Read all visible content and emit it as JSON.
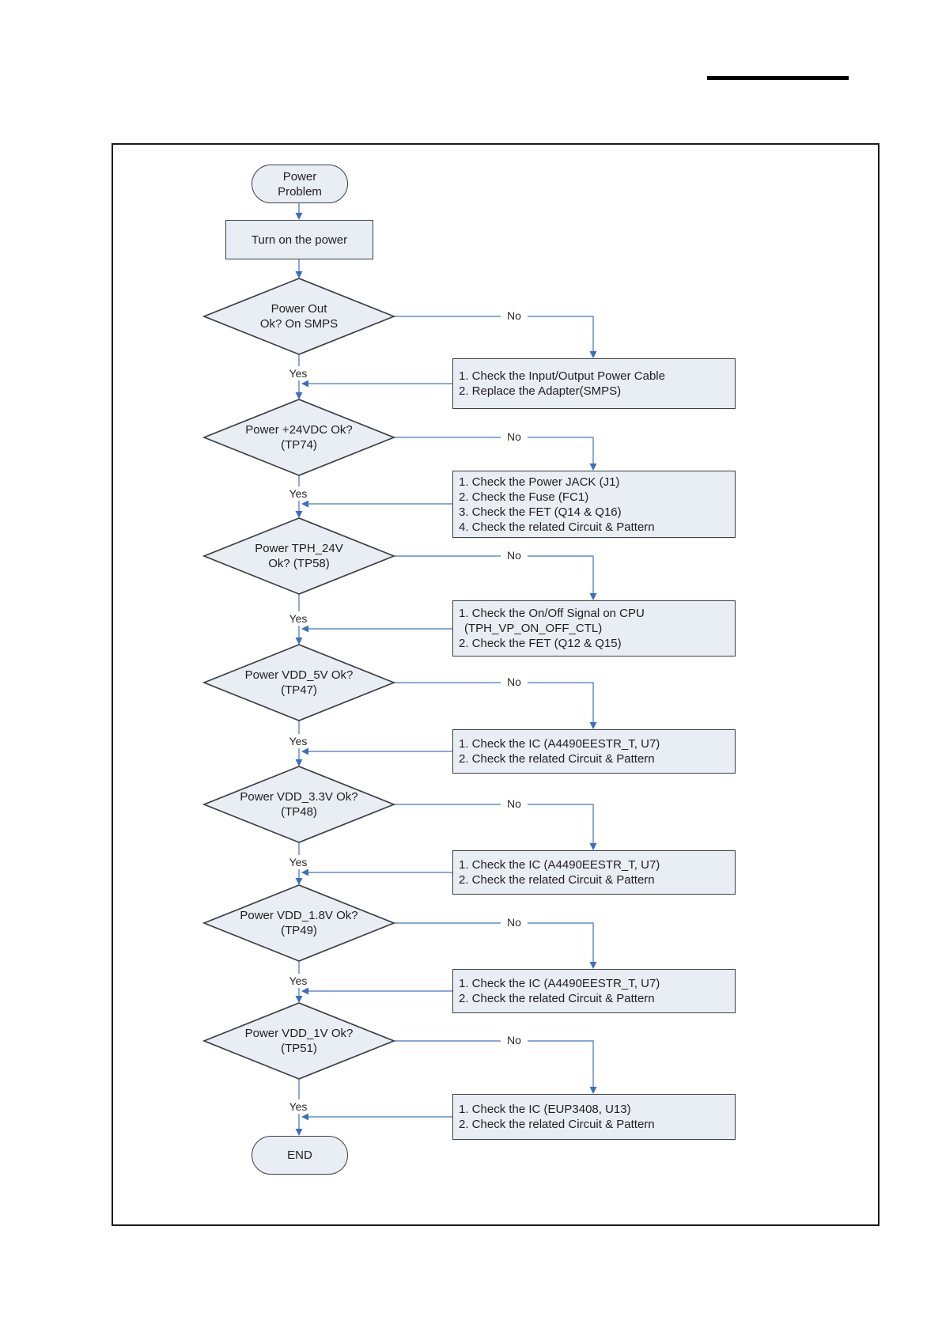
{
  "colors": {
    "shape-fill": "#e9edf4",
    "shape-border": "#3c4043",
    "wire": "#7a9bd4",
    "arrow": "#3a6ec6",
    "text": "#1f1f1f",
    "rule": "#000000",
    "frame-border": "#1a1a1a"
  },
  "flowchart": {
    "start": {
      "line1": "Power",
      "line2": "Problem"
    },
    "turn_on": {
      "label": "Turn on the power"
    },
    "decisions": [
      {
        "line1": "Power Out",
        "line2": "Ok? On SMPS",
        "yes_label": "Yes",
        "no_label": "No"
      },
      {
        "line1": "Power +24VDC Ok?",
        "line2": "(TP74)",
        "yes_label": "Yes",
        "no_label": "No"
      },
      {
        "line1": "Power TPH_24V",
        "line2": "Ok? (TP58)",
        "yes_label": "Yes",
        "no_label": "No"
      },
      {
        "line1": "Power VDD_5V Ok?",
        "line2": "(TP47)",
        "yes_label": "Yes",
        "no_label": "No"
      },
      {
        "line1": "Power VDD_3.3V Ok?",
        "line2": "(TP48)",
        "yes_label": "Yes",
        "no_label": "No"
      },
      {
        "line1": "Power VDD_1.8V Ok?",
        "line2": "(TP49)",
        "yes_label": "Yes",
        "no_label": "No"
      },
      {
        "line1": "Power VDD_1V Ok?",
        "line2": "(TP51)",
        "yes_label": "Yes",
        "no_label": "No"
      }
    ],
    "actions": [
      {
        "lines": [
          "1. Check the Input/Output Power Cable",
          "2. Replace the Adapter(SMPS)"
        ]
      },
      {
        "lines": [
          "1. Check the Power JACK (J1)",
          "2. Check the Fuse (FC1)",
          "3. Check the FET (Q14 & Q16)",
          "4. Check the related Circuit & Pattern"
        ]
      },
      {
        "lines": [
          "1. Check the On/Off Signal on CPU",
          "(TPH_VP_ON_OFF_CTL)",
          "2. Check the FET (Q12 & Q15)"
        ]
      },
      {
        "lines": [
          "1. Check the IC (A4490EESTR_T, U7)",
          "2. Check the related Circuit & Pattern"
        ]
      },
      {
        "lines": [
          "1. Check the IC (A4490EESTR_T, U7)",
          "2. Check the related Circuit & Pattern"
        ]
      },
      {
        "lines": [
          "1. Check the IC (A4490EESTR_T, U7)",
          "2. Check the related Circuit & Pattern"
        ]
      },
      {
        "lines": [
          "1. Check the IC (EUP3408, U13)",
          "2. Check the related Circuit & Pattern"
        ]
      }
    ],
    "end": {
      "label": "END"
    }
  }
}
